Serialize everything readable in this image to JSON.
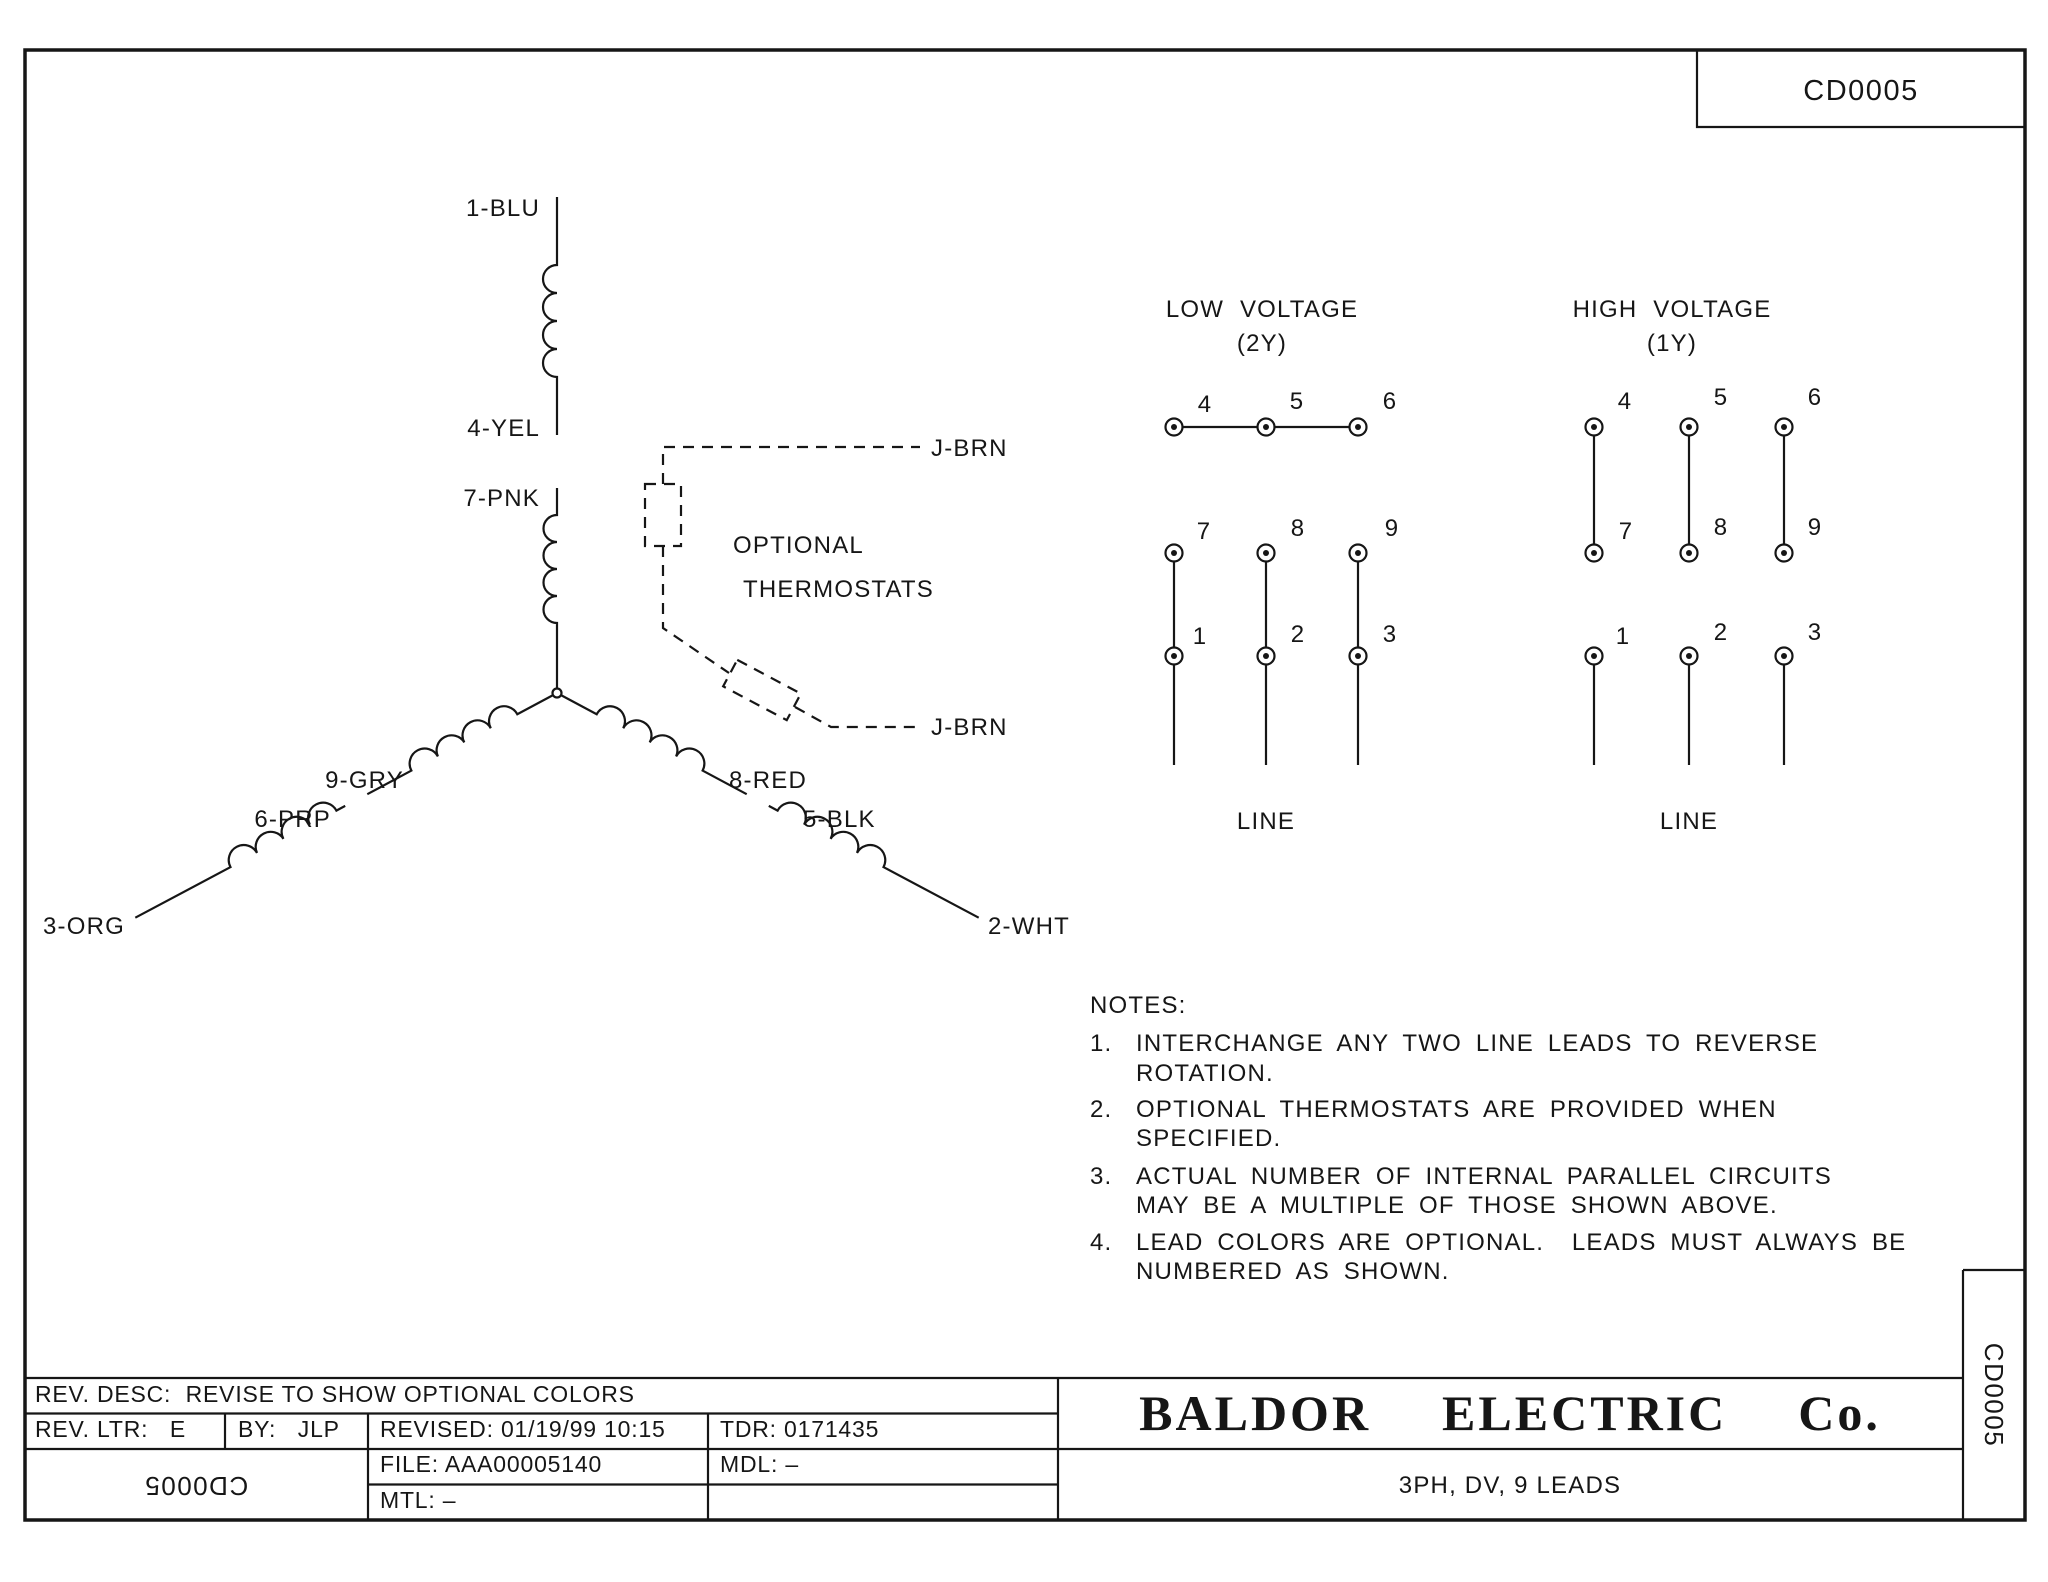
{
  "sheet": {
    "doc_number": "CD0005",
    "doc_number_side": "CD0005"
  },
  "winding_diagram": {
    "leads": {
      "blu": "1-BLU",
      "yel": "4-YEL",
      "pnk": "7-PNK",
      "gry": "9-GRY",
      "prp": "6-PRP",
      "org": "3-ORG",
      "red": "8-RED",
      "blk": "5-BLK",
      "wht": "2-WHT"
    },
    "thermostats": {
      "caption_line1": "OPTIONAL",
      "caption_line2": "THERMOSTATS",
      "lead_top": "J-BRN",
      "lead_bottom": "J-BRN"
    }
  },
  "low_voltage": {
    "title": "LOW VOLTAGE",
    "subtitle": "(2Y)",
    "terminals_top": [
      "4",
      "5",
      "6"
    ],
    "terminals_mid": [
      "7",
      "8",
      "9"
    ],
    "terminals_bottom": [
      "1",
      "2",
      "3"
    ],
    "line_label": "LINE"
  },
  "high_voltage": {
    "title": "HIGH VOLTAGE",
    "subtitle": "(1Y)",
    "terminals_top": [
      "4",
      "5",
      "6"
    ],
    "terminals_mid": [
      "7",
      "8",
      "9"
    ],
    "terminals_bottom": [
      "1",
      "2",
      "3"
    ],
    "line_label": "LINE"
  },
  "notes": {
    "heading": "NOTES:",
    "items": [
      {
        "label": "1.",
        "lines": [
          "INTERCHANGE ANY TWO LINE LEADS TO REVERSE",
          "ROTATION."
        ]
      },
      {
        "label": "2.",
        "lines": [
          "OPTIONAL THERMOSTATS ARE PROVIDED WHEN",
          "SPECIFIED."
        ]
      },
      {
        "label": "3.",
        "lines": [
          "ACTUAL NUMBER OF INTERNAL PARALLEL CIRCUITS",
          "MAY BE A MULTIPLE OF THOSE SHOWN ABOVE."
        ]
      },
      {
        "label": "4.",
        "lines": [
          "LEAD COLORS ARE OPTIONAL.  LEADS MUST ALWAYS BE",
          "NUMBERED AS SHOWN."
        ]
      }
    ]
  },
  "title_block": {
    "rev_desc": "REV. DESC:  REVISE TO SHOW OPTIONAL COLORS",
    "rev_ltr": "REV. LTR:   E",
    "by": "BY:   JLP",
    "revised": "REVISED: 01/19/99 10:15",
    "tdr": "TDR: 0171435",
    "file": "FILE: AAA00005140",
    "mdl": "MDL: –",
    "mtl": "MTL: –",
    "doc_number_flipped": "CD0005",
    "company": "BALDOR  ELECTRIC  Co.",
    "description": "3PH, DV, 9 LEADS"
  }
}
